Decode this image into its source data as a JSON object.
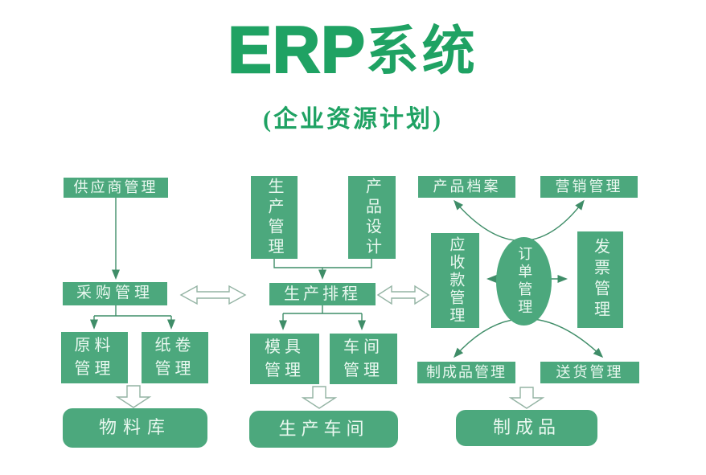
{
  "title": {
    "latin": "ERP",
    "cjk": "系统"
  },
  "subtitle": "(企业资源计划)",
  "colors": {
    "accent_green": "#1fa263",
    "box_green": "#4ca87d",
    "line_green": "#3f8d68",
    "hollow_stroke": "#93b3a3",
    "box_text": "#eaf8f0"
  },
  "nodes": {
    "supplier": "供应商管理",
    "purchase": "采购管理",
    "raw_material": "原料\n管理",
    "paper_roll": "纸卷\n管理",
    "material_warehouse": "物料库",
    "production_mgmt": "生产管理",
    "product_design": "产品设计",
    "production_scheduling": "生产排程",
    "mold": "模具\n管理",
    "workshop": "车间\n管理",
    "production_workshop": "生产车间",
    "product_archive": "产品档案",
    "marketing": "营销管理",
    "receivables": "应收款管理",
    "order": "订单管理",
    "invoice": "发票管理",
    "finished_product_mgmt": "制成品管理",
    "delivery": "送货管理",
    "finished_product": "制成品"
  }
}
